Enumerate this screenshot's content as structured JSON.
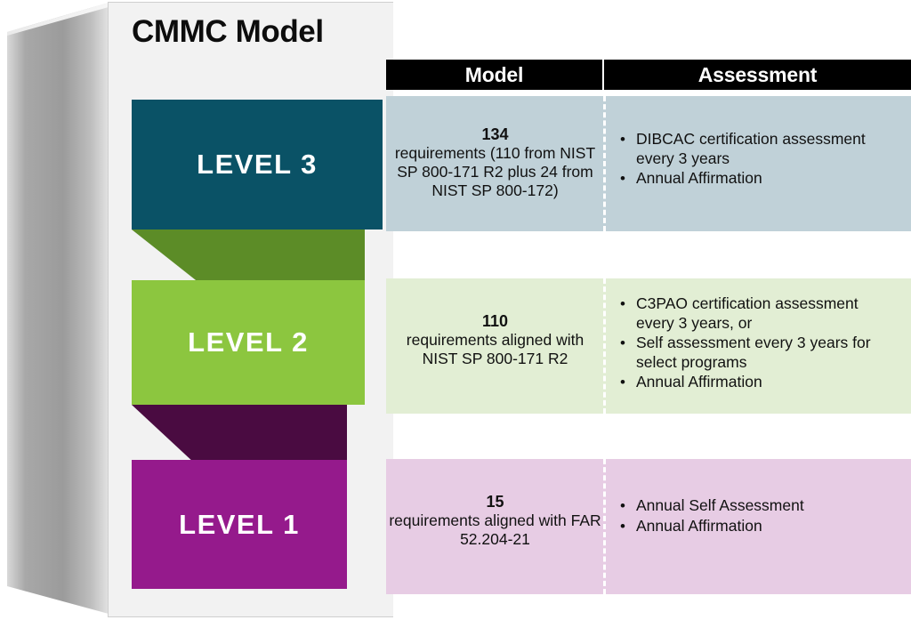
{
  "title": "CMMC Model",
  "colors": {
    "level3": "#0a5266",
    "level3_tint": "#c0d1d8",
    "level2": "#8cc63f",
    "level2_connector": "#5c8c27",
    "level2_tint": "#e2eed4",
    "level1": "#951a8c",
    "level1_connector": "#4a0b41",
    "level1_tint": "#e7cce4",
    "header_bg": "#000000",
    "header_text": "#ffffff",
    "card_bg": "#f2f2f2"
  },
  "headers": {
    "model": "Model",
    "assessment": "Assessment"
  },
  "levels": [
    {
      "name": "LEVEL 3",
      "model_count": "134",
      "model_text": "requirements (110 from NIST SP 800-171 R2 plus 24 from NIST SP 800-172)",
      "assessment": [
        "DIBCAC certification assessment every 3 years",
        "Annual Affirmation"
      ]
    },
    {
      "name": "LEVEL 2",
      "model_count": "110",
      "model_text": "requirements aligned with NIST SP 800-171 R2",
      "assessment": [
        "C3PAO certification assessment every 3 years, or",
        "Self assessment every 3 years for select programs",
        "Annual Affirmation"
      ]
    },
    {
      "name": "LEVEL 1",
      "model_count": "15",
      "model_text": "requirements aligned with FAR 52.204-21",
      "assessment": [
        "Annual Self Assessment",
        "Annual Affirmation"
      ]
    }
  ],
  "bullet_glyph": "•"
}
